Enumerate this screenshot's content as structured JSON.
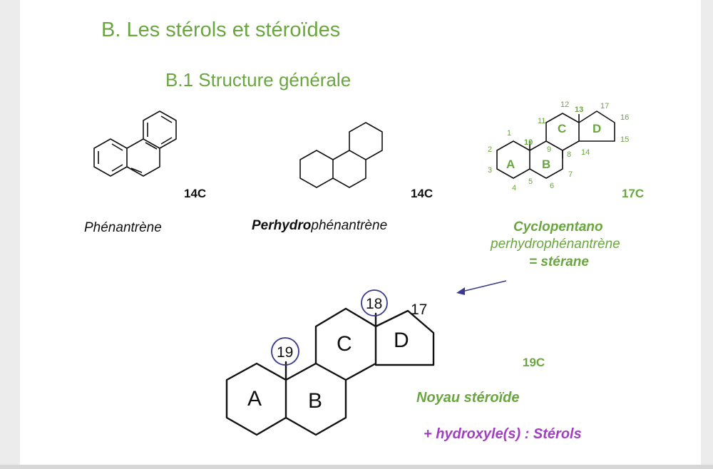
{
  "slide": {
    "title": "B. Les stérols et stéroïdes",
    "subtitle": "B.1 Structure générale"
  },
  "structures": {
    "phenanthrene": {
      "name": "Phénantrène",
      "carbons": "14C"
    },
    "perhydro": {
      "name_bold": "Perhydro",
      "name_rest": "phénantrène",
      "carbons": "14C"
    },
    "sterane": {
      "carbons": "17C",
      "name_line1": "Cyclopentano",
      "name_line2": "perhydrophénantrène",
      "name_line3": "= stérane",
      "ring_labels": [
        "A",
        "B",
        "C",
        "D"
      ],
      "atom_numbers": [
        "1",
        "2",
        "3",
        "4",
        "5",
        "6",
        "7",
        "8",
        "9",
        "10",
        "11",
        "12",
        "13",
        "14",
        "15",
        "16",
        "17"
      ]
    },
    "steroid_nucleus": {
      "ring_labels": [
        "A",
        "B",
        "C",
        "D"
      ],
      "numbers": [
        "19",
        "18",
        "17"
      ],
      "carbons": "19C",
      "name": "Noyau stéroïde",
      "sterols_note": "+ hydroxyle(s) : Stérols"
    }
  },
  "colors": {
    "green": "#6aa63f",
    "purple": "#a13fc0",
    "circle_blue": "#3a3a8c",
    "arrow_blue": "#3a3a8c"
  }
}
